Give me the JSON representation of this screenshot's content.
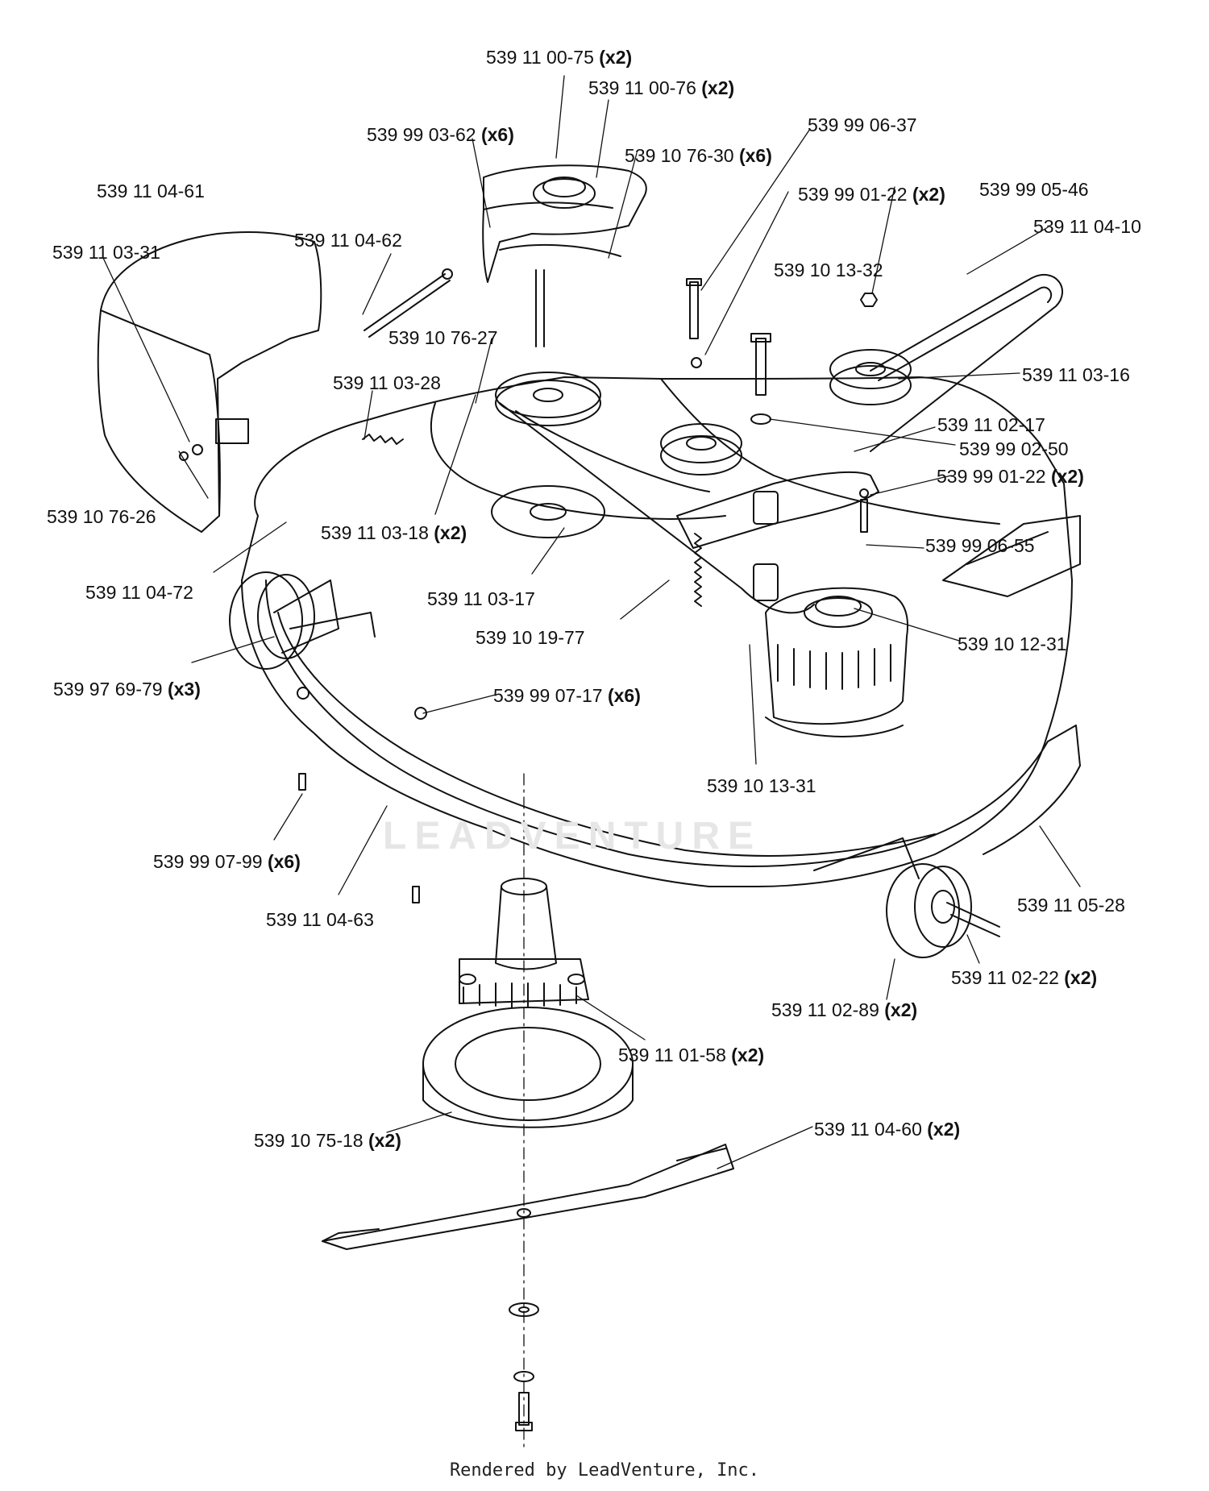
{
  "watermark_text": "LEADVENTURE",
  "footer": "Rendered by LeadVenture, Inc.",
  "callouts": [
    {
      "id": "c1",
      "part": "539 11 00-75",
      "qty": "(x2)"
    },
    {
      "id": "c2",
      "part": "539 11 00-76",
      "qty": "(x2)"
    },
    {
      "id": "c3",
      "part": "539 99 03-62",
      "qty": "(x6)"
    },
    {
      "id": "c4",
      "part": "539 99 06-37",
      "qty": ""
    },
    {
      "id": "c5",
      "part": "539 10 76-30",
      "qty": "(x6)"
    },
    {
      "id": "c6",
      "part": "539 11 04-61",
      "qty": ""
    },
    {
      "id": "c7",
      "part": "539 99 01-22",
      "qty": "(x2)"
    },
    {
      "id": "c8",
      "part": "539 99 05-46",
      "qty": ""
    },
    {
      "id": "c9",
      "part": "539 11 04-10",
      "qty": ""
    },
    {
      "id": "c10",
      "part": "539 11 03-31",
      "qty": ""
    },
    {
      "id": "c11",
      "part": "539 11 04-62",
      "qty": ""
    },
    {
      "id": "c12",
      "part": "539 10 13-32",
      "qty": ""
    },
    {
      "id": "c13",
      "part": "539 10 76-27",
      "qty": ""
    },
    {
      "id": "c14",
      "part": "539 11 03-28",
      "qty": ""
    },
    {
      "id": "c15",
      "part": "539 11 03-16",
      "qty": ""
    },
    {
      "id": "c16",
      "part": "539 11 02-17",
      "qty": ""
    },
    {
      "id": "c17",
      "part": "539 99 02-50",
      "qty": ""
    },
    {
      "id": "c18",
      "part": "539 99 01-22",
      "qty": "(x2)"
    },
    {
      "id": "c19",
      "part": "539 10 76-26",
      "qty": ""
    },
    {
      "id": "c20",
      "part": "539 11 03-18",
      "qty": "(x2)"
    },
    {
      "id": "c21",
      "part": "539 99 06-55",
      "qty": ""
    },
    {
      "id": "c22",
      "part": "539 11 04-72",
      "qty": ""
    },
    {
      "id": "c23",
      "part": "539 11 03-17",
      "qty": ""
    },
    {
      "id": "c24",
      "part": "539 10 19-77",
      "qty": ""
    },
    {
      "id": "c25",
      "part": "539 10 12-31",
      "qty": ""
    },
    {
      "id": "c26",
      "part": "539 97 69-79",
      "qty": "(x3)"
    },
    {
      "id": "c27",
      "part": "539 99 07-17",
      "qty": "(x6)"
    },
    {
      "id": "c28",
      "part": "539 10 13-31",
      "qty": ""
    },
    {
      "id": "c29",
      "part": "539 99 07-99",
      "qty": "(x6)"
    },
    {
      "id": "c30",
      "part": "539 11 04-63",
      "qty": ""
    },
    {
      "id": "c31",
      "part": "539 11 05-28",
      "qty": ""
    },
    {
      "id": "c32",
      "part": "539 11 02-22",
      "qty": "(x2)"
    },
    {
      "id": "c33",
      "part": "539 11 02-89",
      "qty": "(x2)"
    },
    {
      "id": "c34",
      "part": "539 11 01-58",
      "qty": "(x2)"
    },
    {
      "id": "c35",
      "part": "539 11 04-60",
      "qty": "(x2)"
    },
    {
      "id": "c36",
      "part": "539 10 75-18",
      "qty": "(x2)"
    }
  ]
}
